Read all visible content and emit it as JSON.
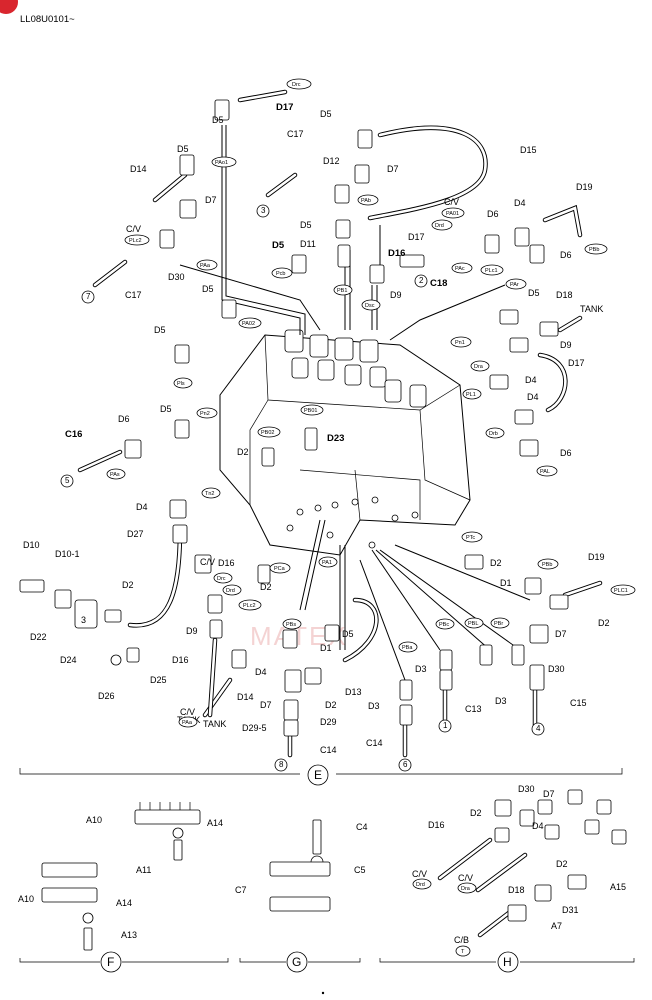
{
  "header": {
    "code": "LL08U0101~"
  },
  "watermark": {
    "text": "MATEX"
  },
  "sections": [
    {
      "id": "E",
      "label": "E"
    },
    {
      "id": "F",
      "label": "F"
    },
    {
      "id": "G",
      "label": "G"
    },
    {
      "id": "H",
      "label": "H"
    }
  ],
  "colors": {
    "line": "#000000",
    "watermark": "#e8a0a0",
    "badge": "#d9262e"
  },
  "icons": {
    "hydraulic_valve_block": "hydraulic-valve-block-icon",
    "fitting": "fitting-icon",
    "circle_number": "circled-number-icon"
  },
  "labels": {
    "D17": "D17",
    "D5": "D5",
    "C17": "C17",
    "D14": "D14",
    "D7": "D7",
    "D12": "D12",
    "D15": "D15",
    "D19": "D19",
    "D6": "D6",
    "D4": "D4",
    "D16": "D16",
    "C18": "C18",
    "D9": "D9",
    "D11": "D11",
    "D30": "D30",
    "D18": "D18",
    "TANK": "TANK",
    "C16": "C16",
    "D23": "D23",
    "D2": "D2",
    "D27": "D27",
    "D10": "D10",
    "D10_1": "D10-1",
    "D22": "D22",
    "D24": "D24",
    "D26": "D26",
    "D25": "D25",
    "D1": "D1",
    "D13": "D13",
    "D29": "D29",
    "D29_5": "D29-5",
    "C14": "C14",
    "D3": "D3",
    "C13": "C13",
    "C15": "C15",
    "A10": "A10",
    "A14": "A14",
    "A11": "A11",
    "A13": "A13",
    "C4": "C4",
    "C5": "C5",
    "C7": "C7",
    "A15": "A15",
    "D31": "D31",
    "A7": "A7",
    "CB": "C/B",
    "CV": "C/V",
    "num3": "3",
    "n2": "2"
  },
  "circled_numbers": [
    "3",
    "7",
    "2",
    "5",
    "8",
    "6",
    "1",
    "4"
  ],
  "ovals": {
    "Drc": "Drc",
    "PAo1": "PAo1",
    "PLc2": "PLc2",
    "PAa": "PAa",
    "PAb": "PAb",
    "PA01": "PA01",
    "Drd": "Drd",
    "PAc": "PAc",
    "PLc1": "PLc1",
    "PBb": "PBb",
    "Pcb": "Pcb",
    "PB1": "PB1",
    "Dsc": "Dsc",
    "PAr": "PAr",
    "PA02": "PA02",
    "Pn1": "Pn1",
    "Pls": "Pls",
    "Dra": "Dra",
    "PL1": "PL1",
    "Pn2": "Pn2",
    "PB01": "PB01",
    "PB02": "PB02",
    "Drb": "Drb",
    "PAL": "PAL",
    "PAs": "PAs",
    "Tn2": "Tn2",
    "PTc": "PTc",
    "PBb2": "PBb",
    "PCa": "PCa",
    "PA1": "PA1",
    "PBs": "PBs",
    "PBc": "PBc",
    "PBL": "PBL",
    "PBr": "PBr",
    "PBa": "PBa",
    "PLC1b": "PLC1",
    "PAa2": "PAa",
    "Dra2": "Dra",
    "Drd2": "Drd",
    "T": "T"
  }
}
